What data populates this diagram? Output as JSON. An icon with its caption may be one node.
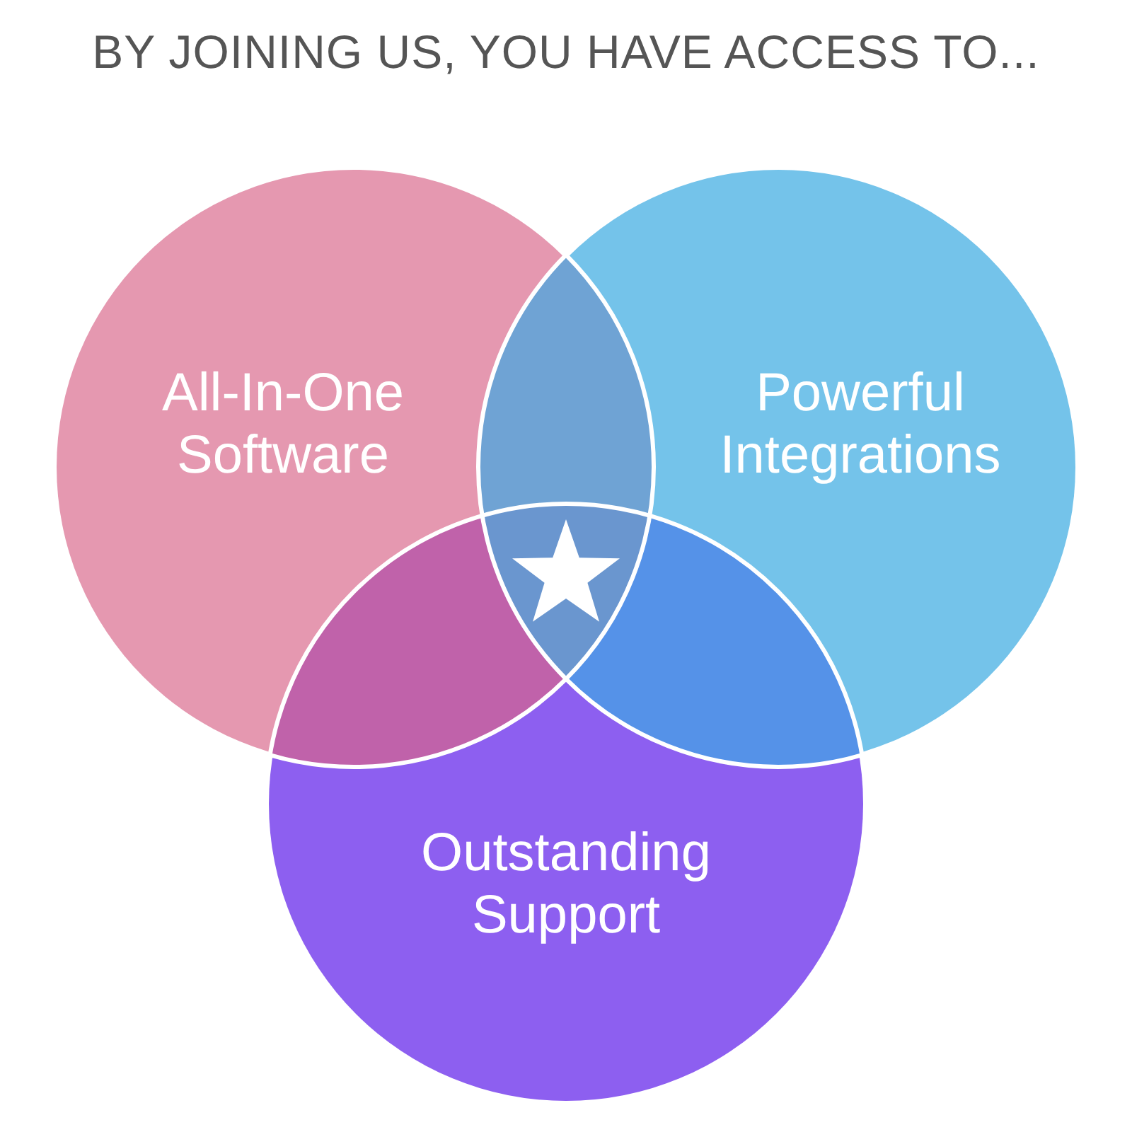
{
  "diagram": {
    "title": "BY JOINING US, YOU HAVE ACCESS TO...",
    "nodes": [
      {
        "text": [
          "All-In-One Software"
        ]
      },
      {
        "text": [
          "Powerful Integrations"
        ]
      },
      {
        "text": [
          "Outstanding Support"
        ]
      }
    ]
  }
}
